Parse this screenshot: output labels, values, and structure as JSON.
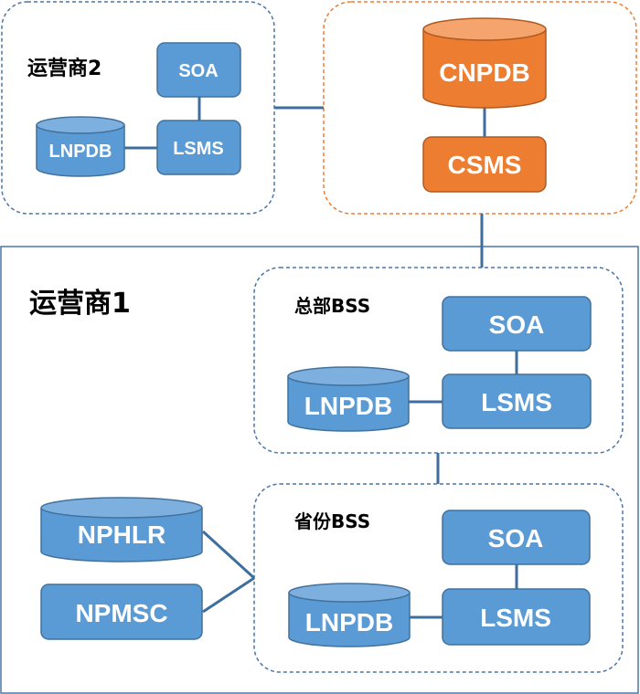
{
  "colors": {
    "blue_fill": "#5b9bd5",
    "blue_stroke": "#41719c",
    "blue_top": "#7eb0df",
    "orange_fill": "#ed7d31",
    "orange_stroke": "#ae5a21",
    "orange_top": "#f4a46c",
    "connector": "#3e6e9e",
    "group_dash_blue": "#4a76a8",
    "group_dash_orange": "#ed7d31",
    "outer_frame": "#4a76a8"
  },
  "groups": {
    "operator2": {
      "label": "运营商2"
    },
    "central": {
      "label": ""
    },
    "operator1": {
      "label": "运营商1"
    },
    "hq_bss": {
      "label": "总部BSS"
    },
    "prov_bss": {
      "label": "省份BSS"
    }
  },
  "nodes": {
    "op2_soa": {
      "label": "SOA",
      "shape": "box",
      "color": "blue"
    },
    "op2_lsms": {
      "label": "LSMS",
      "shape": "box",
      "color": "blue"
    },
    "op2_lnpdb": {
      "label": "LNPDB",
      "shape": "cylinder",
      "color": "blue"
    },
    "cnpdb": {
      "label": "CNPDB",
      "shape": "cylinder",
      "color": "orange"
    },
    "csms": {
      "label": "CSMS",
      "shape": "box",
      "color": "orange"
    },
    "hq_soa": {
      "label": "SOA",
      "shape": "box",
      "color": "blue"
    },
    "hq_lsms": {
      "label": "LSMS",
      "shape": "box",
      "color": "blue"
    },
    "hq_lnpdb": {
      "label": "LNPDB",
      "shape": "cylinder",
      "color": "blue"
    },
    "prov_soa": {
      "label": "SOA",
      "shape": "box",
      "color": "blue"
    },
    "prov_lsms": {
      "label": "LSMS",
      "shape": "box",
      "color": "blue"
    },
    "prov_lnpdb": {
      "label": "LNPDB",
      "shape": "cylinder",
      "color": "blue"
    },
    "nphlr": {
      "label": "NPHLR",
      "shape": "cylinder",
      "color": "blue"
    },
    "npmsc": {
      "label": "NPMSC",
      "shape": "box",
      "color": "blue"
    }
  },
  "edges": [
    [
      "op2_soa",
      "op2_lsms"
    ],
    [
      "op2_lsms",
      "op2_lnpdb"
    ],
    [
      "cnpdb",
      "csms"
    ],
    [
      "operator2",
      "central"
    ],
    [
      "central",
      "operator1"
    ],
    [
      "hq_soa",
      "hq_lsms"
    ],
    [
      "hq_lsms",
      "hq_lnpdb"
    ],
    [
      "hq_bss",
      "prov_bss"
    ],
    [
      "prov_soa",
      "prov_lsms"
    ],
    [
      "prov_lsms",
      "prov_lnpdb"
    ],
    [
      "nphlr",
      "prov_bss"
    ],
    [
      "npmsc",
      "prov_bss"
    ]
  ]
}
